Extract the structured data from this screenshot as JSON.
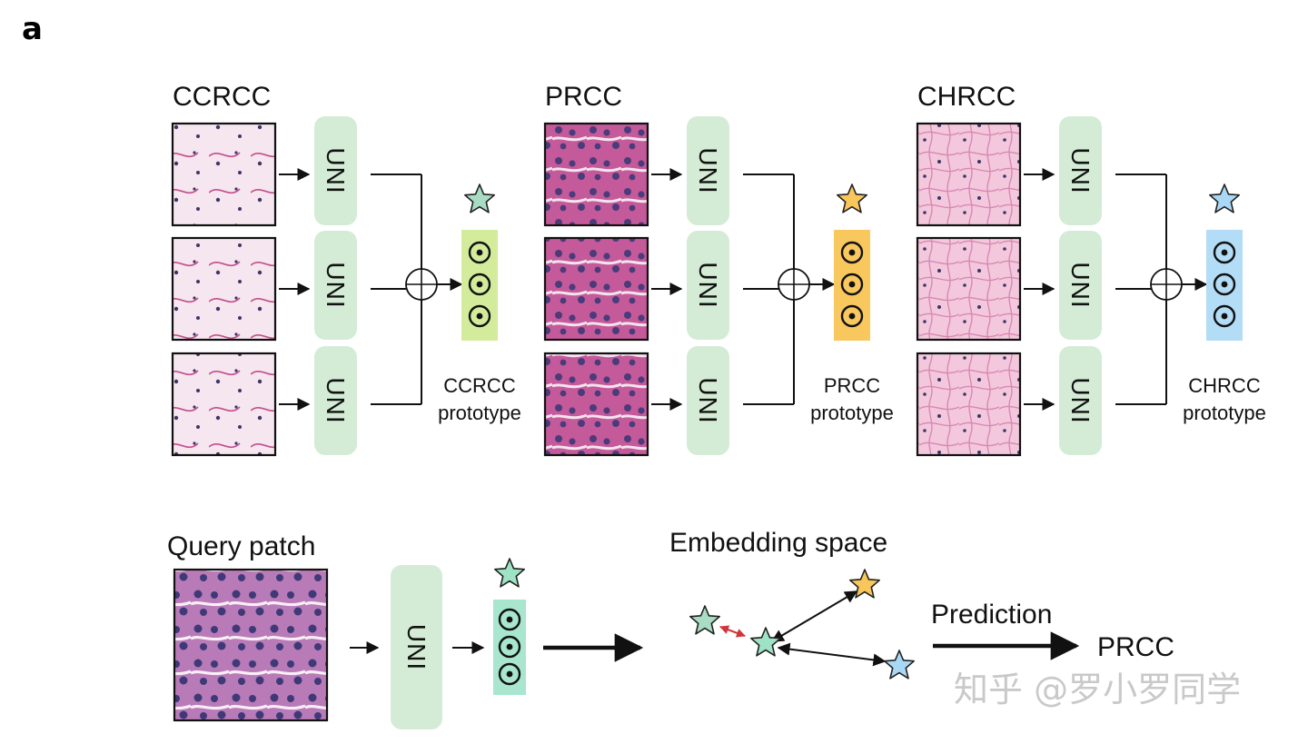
{
  "figure": {
    "panel_letter": "a",
    "encoder_label": "UNI",
    "groups": [
      {
        "title": "CCRCC",
        "prototype_label_1": "CCRCC",
        "prototype_label_2": "prototype",
        "star_color": "#a9dcc4",
        "vector_color": "#d3ec9c"
      },
      {
        "title": "PRCC",
        "prototype_label_1": "PRCC",
        "prototype_label_2": "prototype",
        "star_color": "#f8c65a",
        "vector_color": "#f8c75e"
      },
      {
        "title": "CHRCC",
        "prototype_label_1": "CHRCC",
        "prototype_label_2": "prototype",
        "star_color": "#a9d8f6",
        "vector_color": "#b3dcf6"
      }
    ],
    "query": {
      "title": "Query patch",
      "star_color": "#9fe3c6",
      "vector_color": "#a8e6d0"
    },
    "embedding": {
      "title": "Embedding space",
      "prediction_label": "Prediction",
      "result": "PRCC"
    },
    "watermark": "知乎 @罗小罗同学",
    "colors": {
      "uni_block": "#d4ecd6",
      "line": "#111111",
      "tissue_base": "#e6a7c6",
      "nucleus": "#3e3566",
      "near_arrow": "#d0353b"
    }
  }
}
